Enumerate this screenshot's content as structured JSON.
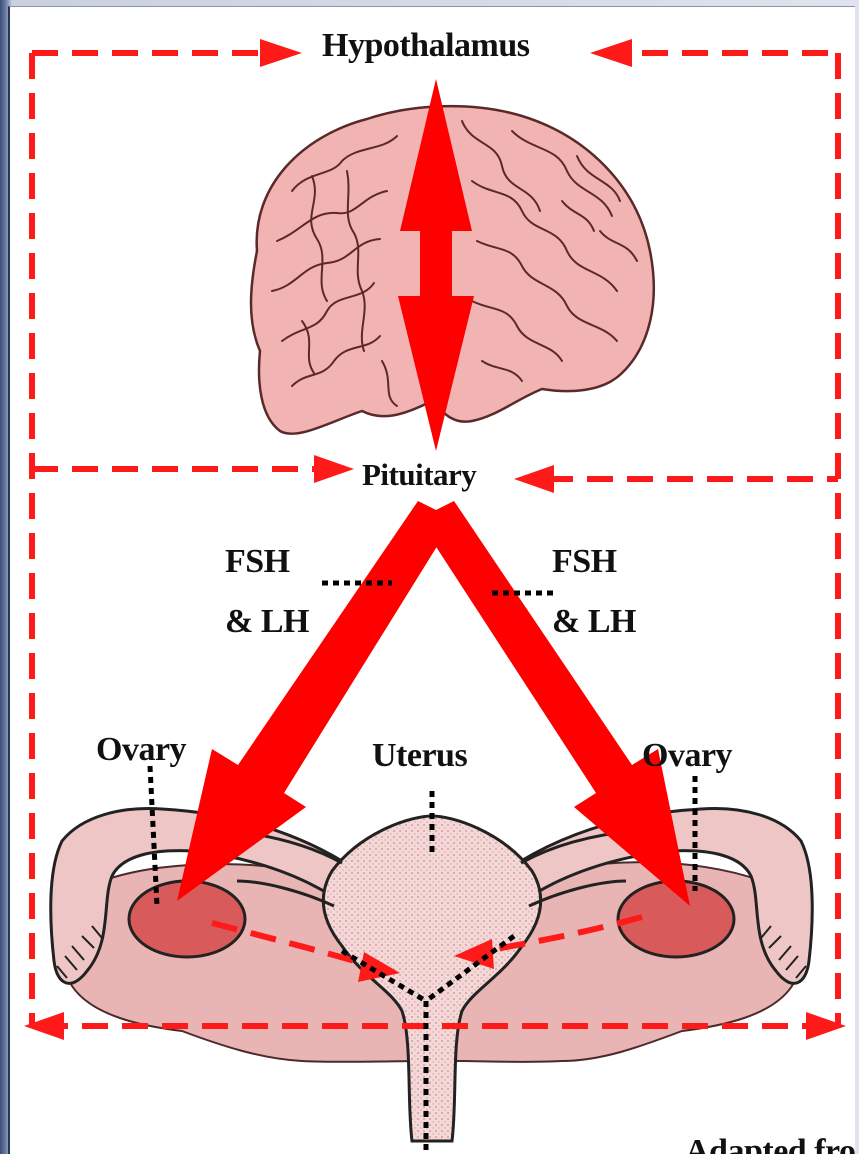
{
  "labels": {
    "hypothalamus": "Hypothalamus",
    "pituitary": "Pituitary",
    "fsh_left_1": "FSH",
    "fsh_left_2": "& LH",
    "fsh_right_1": "FSH",
    "fsh_right_2": "& LH",
    "ovary_left": "Ovary",
    "uterus": "Uterus",
    "ovary_right": "Ovary",
    "credit": "Adapted from"
  },
  "colors": {
    "arrow": "#ff0000",
    "dashed_feedback": "#ff1a1a",
    "brain": "#f2b3b3",
    "brain_outline": "#5a2a2a",
    "uterus": "#e9b4b4",
    "ovary": "#d95a5a",
    "leader": "#000000"
  },
  "icons": [
    "brain-illustration",
    "uterus-illustration"
  ]
}
